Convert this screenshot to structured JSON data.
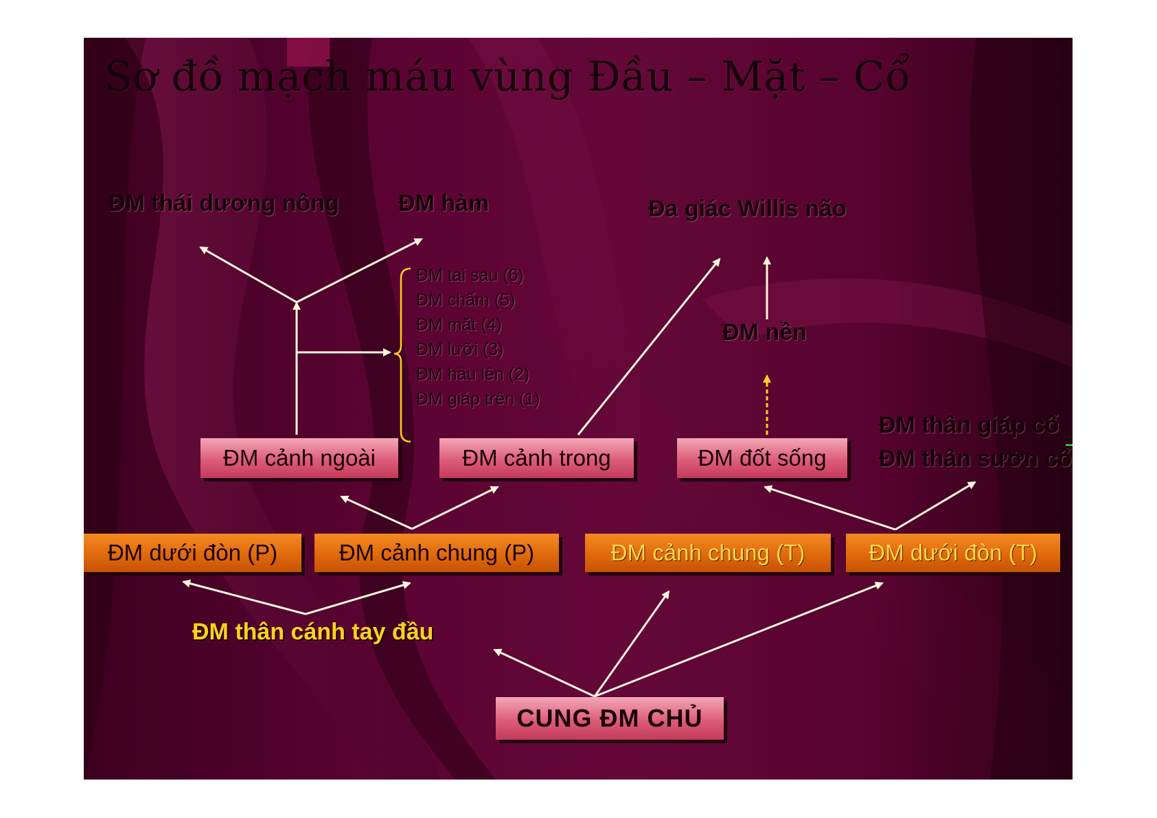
{
  "title": "Sơ đồ mạch máu vùng Đầu – Mặt – Cổ",
  "labels": {
    "thai_duong_nong": "ĐM thái dương nông",
    "ham": "ĐM hàm",
    "willis": "Đa giác Willis não",
    "nen": "ĐM nền",
    "than_giap_co": "ĐM thân giáp cổ",
    "than_suon_co": "ĐM thân sườn cổ",
    "than_canh_tay_dau": "ĐM thân cánh tay đầu"
  },
  "branches": [
    "ĐM tai sau (6)",
    "ĐM chẩm (5)",
    "ĐM mặt (4)",
    "ĐM lưỡi (3)",
    "ĐM hầu lên (2)",
    "ĐM giáp trên (1)"
  ],
  "boxes": {
    "canh_ngoai": "ĐM cảnh ngoài",
    "canh_trong": "ĐM cảnh trong",
    "dot_song": "ĐM đốt sống",
    "duoi_don_p": "ĐM dưới đòn (P)",
    "canh_chung_p": "ĐM cảnh chung (P)",
    "canh_chung_t": "ĐM cảnh chung (T)",
    "duoi_don_t": "ĐM dưới đòn (T)",
    "cung_dm_chu": "CUNG ĐM CHỦ"
  },
  "colors": {
    "background": "#5a0332",
    "arrow": "#fff7dc",
    "dashed_arrow": "#ffd11c",
    "pink_box": "#dc5d79",
    "orange_box": "#e06a0c",
    "yellow_text": "#ffd11c"
  }
}
